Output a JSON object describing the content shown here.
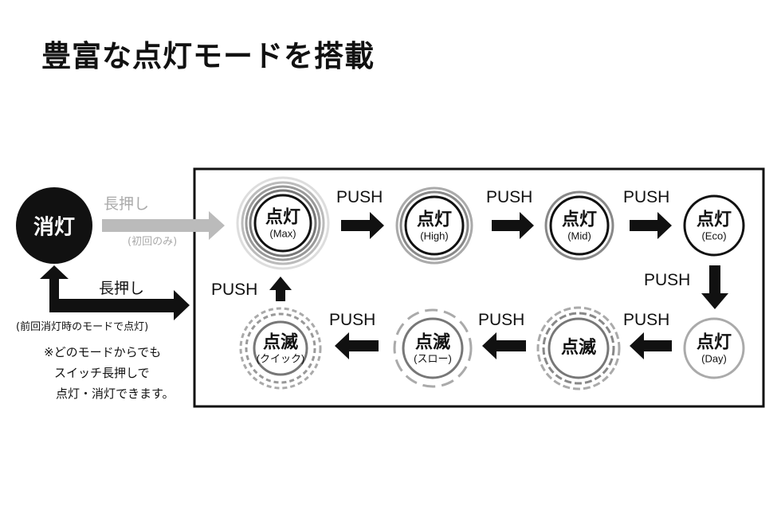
{
  "title": "豊富な点灯モードを搭載",
  "off_state": {
    "label": "消灯"
  },
  "first_press": {
    "label": "長押し",
    "note": "(初回のみ)"
  },
  "long_press": {
    "label": "長押し",
    "note": "(前回消灯時のモードで点灯)"
  },
  "footnote": [
    "※どのモードからでも",
    "スイッチ長押しで",
    "点灯・消灯できます。"
  ],
  "push_label": "PUSH",
  "modes": [
    {
      "main": "点灯",
      "sub": "(Max)"
    },
    {
      "main": "点灯",
      "sub": "(High)"
    },
    {
      "main": "点灯",
      "sub": "(Mid)"
    },
    {
      "main": "点灯",
      "sub": "(Eco)"
    },
    {
      "main": "点灯",
      "sub": "(Day)"
    },
    {
      "main": "点滅",
      "sub": ""
    },
    {
      "main": "点滅",
      "sub": "(スロー)"
    },
    {
      "main": "点滅",
      "sub": "(クイック)"
    }
  ],
  "colors": {
    "black": "#111111",
    "gray": "#888888",
    "light_gray": "#bbbbbb"
  }
}
